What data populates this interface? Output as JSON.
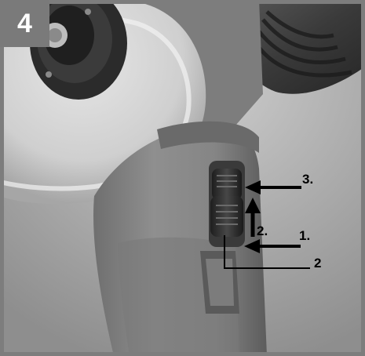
{
  "figure": {
    "step_number": "4",
    "callouts": {
      "step_3": "3.",
      "step_2": "2.",
      "step_1": "1.",
      "part_2": "2"
    }
  },
  "colors": {
    "tool_body": "#8c8c8c",
    "tool_dark": "#2a2a2a",
    "guard_silver": "#d2d2d2",
    "badge": "#7a7a7a",
    "arrows": "#000000"
  }
}
